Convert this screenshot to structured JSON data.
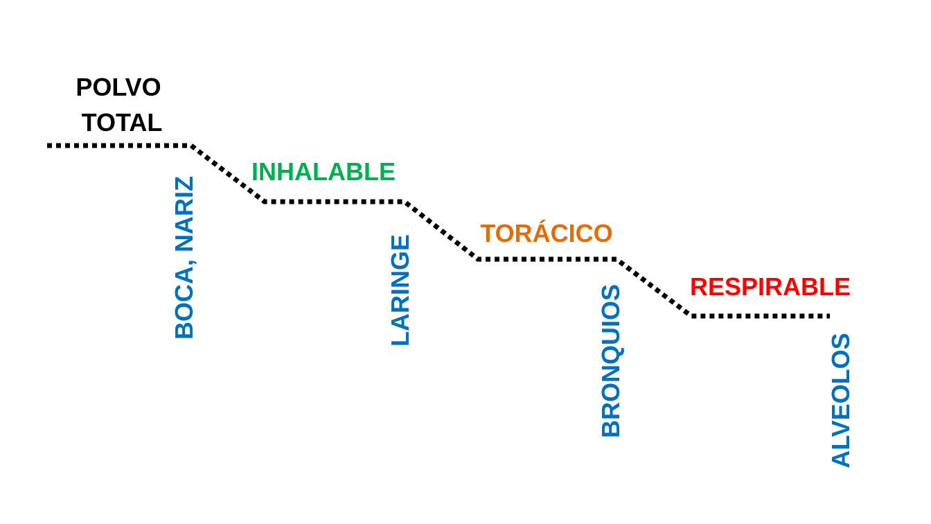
{
  "diagram": {
    "colors": {
      "total": "#000000",
      "inhalable": "#00B050",
      "thoracic": "#E36C09",
      "respirable": "#FF0000",
      "anatomy": "#0070C0",
      "line": "#000000"
    },
    "fractions": {
      "total_line1": "POLVO",
      "total_line2": "TOTAL",
      "inhalable": "INHALABLE",
      "thoracic": "TORÁCICO",
      "respirable": "RESPIRABLE"
    },
    "anatomy": {
      "mouth_nose": "BOCA, NARIZ",
      "larynx": "LARINGE",
      "bronchi": "BRONQUIOS",
      "alveoli": "ALVEOLOS"
    }
  }
}
